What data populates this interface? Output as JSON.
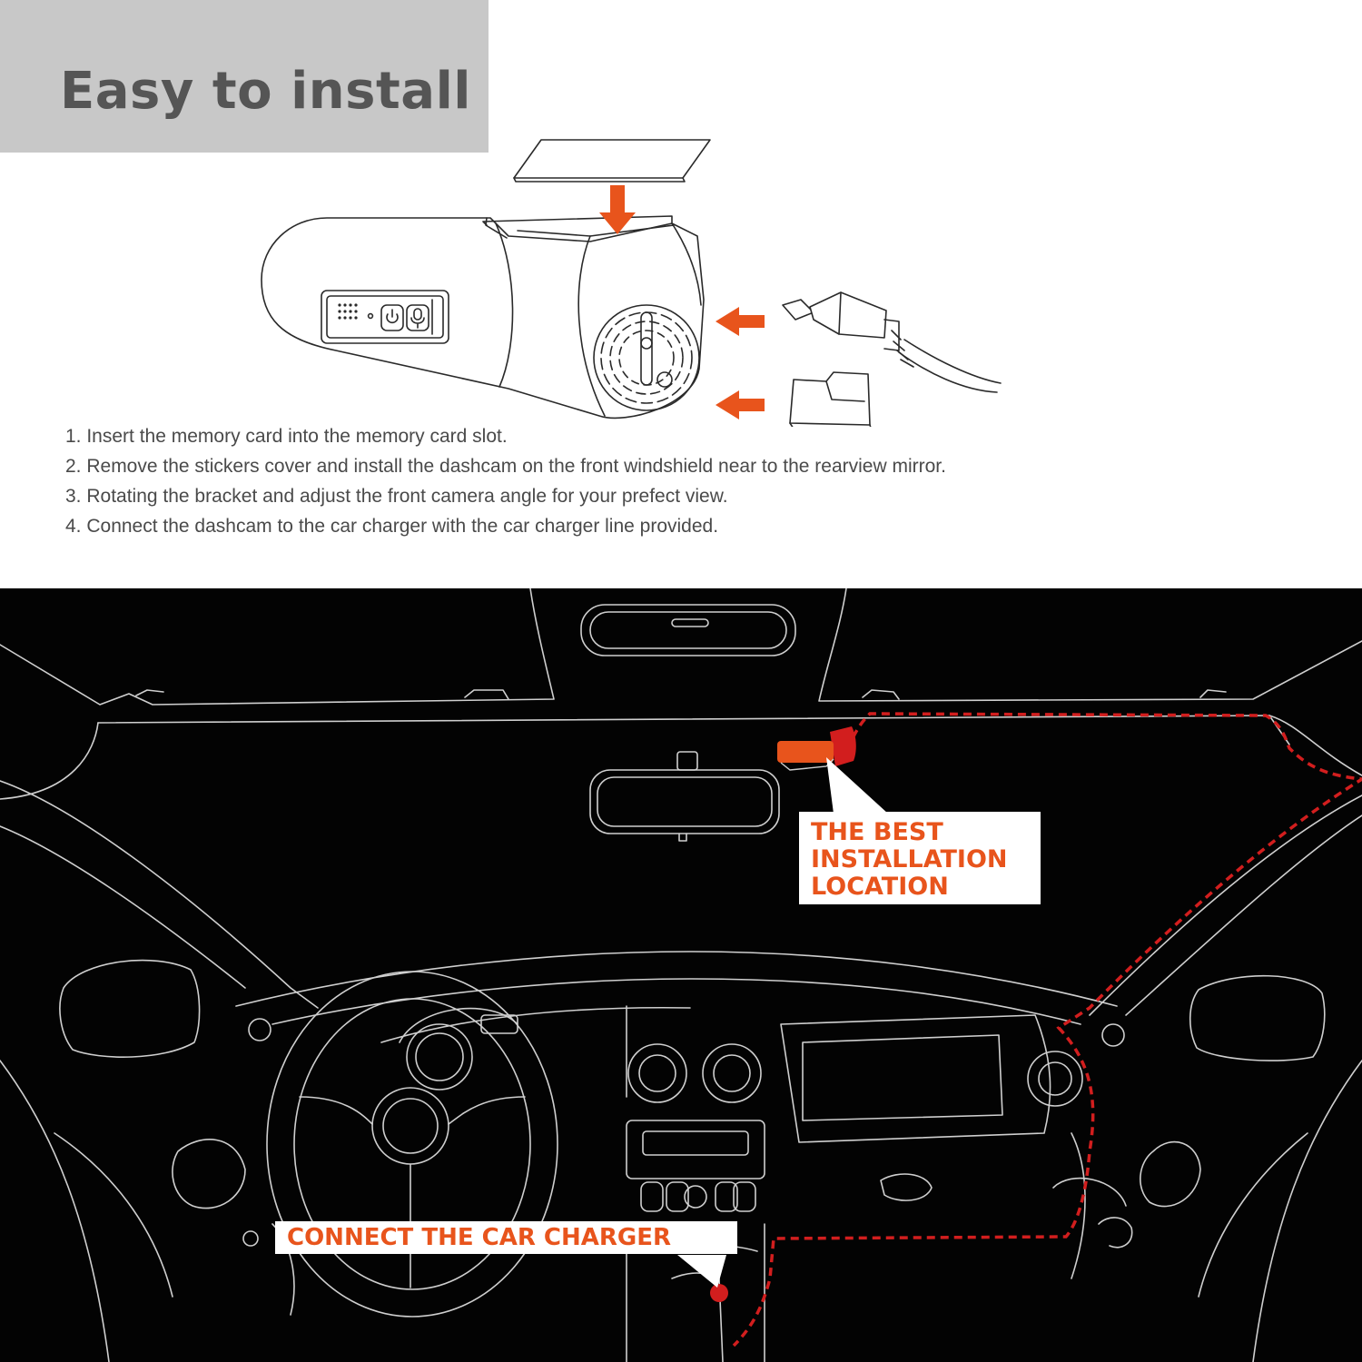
{
  "header": {
    "title": "Easy to install"
  },
  "steps": [
    "1. Insert the memory card into the memory card slot.",
    "2. Remove the stickers cover and install the dashcam on the front windshield near to the rearview mirror.",
    "3. Rotating the bracket and adjust the front camera angle for your prefect view.",
    "4. Connect the dashcam to the car charger with the car charger line provided."
  ],
  "callouts": {
    "best_location": [
      "THE BEST",
      "INSTALLATION",
      "LOCATION"
    ],
    "charger": "CONNECT THE CAR CHARGER"
  },
  "colors": {
    "accent_orange": "#e8541c",
    "cable_red": "#d21e1e",
    "title_bg": "#c8c8c8",
    "title_text": "#555555",
    "panel_bg": "#030303",
    "line_art": "#cfcfcf"
  },
  "icons": [
    "dashcam-icon",
    "adhesive-pad-icon",
    "usb-cable-icon",
    "memory-card-icon",
    "arrow-left-icon",
    "arrow-down-icon",
    "power-button-icon",
    "microphone-button-icon",
    "speaker-grille-icon"
  ]
}
